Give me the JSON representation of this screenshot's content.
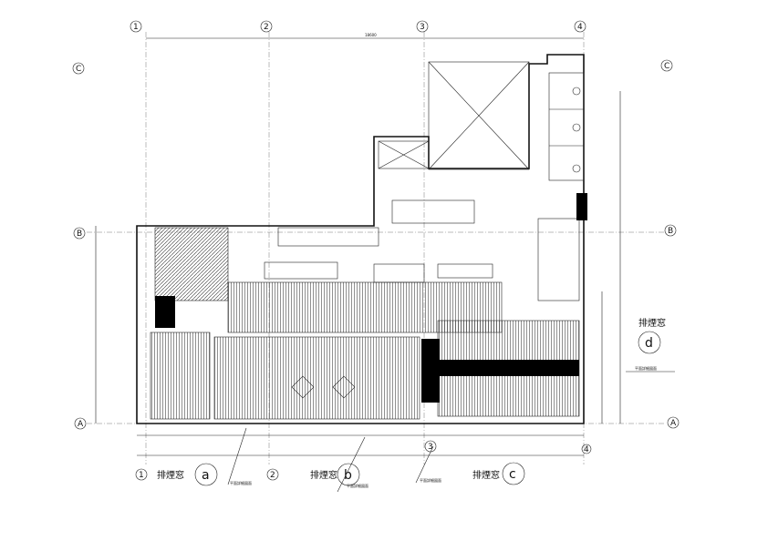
{
  "drawing": {
    "grid_top": [
      "1",
      "2",
      "3",
      "4"
    ],
    "grid_bottom": [
      "1",
      "2",
      "3",
      "4"
    ],
    "grid_left": [
      "C",
      "B",
      "A"
    ],
    "grid_right": [
      "C",
      "B",
      "A"
    ],
    "overall_dimension": "18600",
    "windows": [
      {
        "label": "排煙窓",
        "tag": "a"
      },
      {
        "label": "排煙窓",
        "tag": "b"
      },
      {
        "label": "排煙窓",
        "tag": "c"
      },
      {
        "label": "排煙窓",
        "tag": "d"
      }
    ],
    "notes": [
      "平面詳細図面",
      "平面詳細図面",
      "平面詳細図面",
      "平面詳細図面"
    ]
  }
}
